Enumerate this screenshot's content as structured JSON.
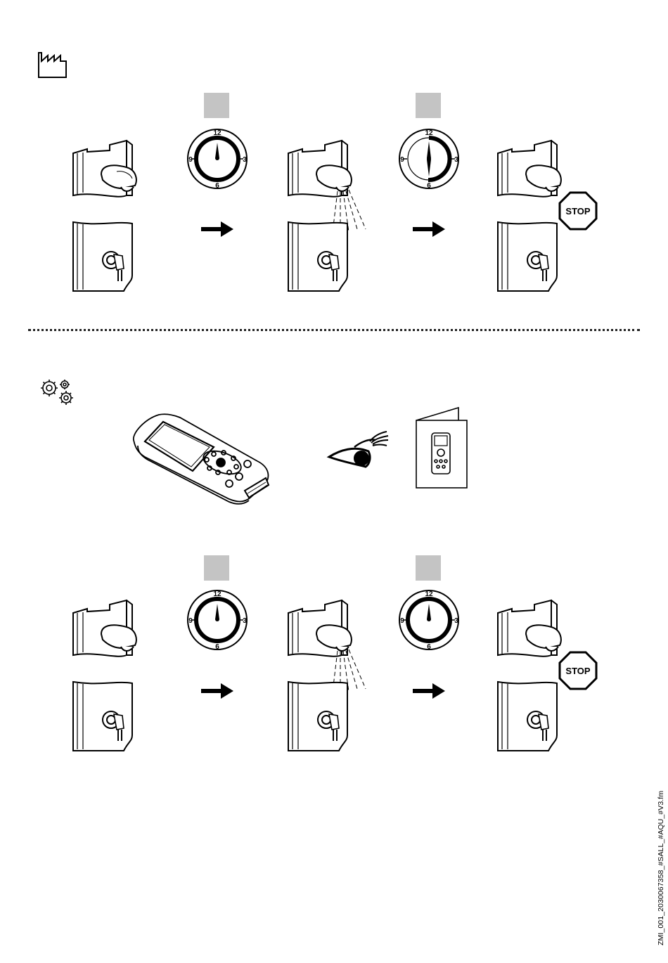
{
  "factory_section": {
    "icon": "factory-icon",
    "timer_1": {
      "labels": {
        "top": "12",
        "left": "9",
        "right": "3",
        "bottom": "6"
      }
    },
    "timer_2": {
      "labels": {
        "top": "12",
        "left": "9",
        "right": "3",
        "bottom": "6"
      }
    },
    "stop_sign": {
      "text": "STOP"
    }
  },
  "settings_section": {
    "icon": "gears-icon",
    "remote_control_icon": "remote-control-icon",
    "eye_icon": "eye-icon",
    "manual_icon": "manual-booklet-icon",
    "timer_1": {
      "labels": {
        "top": "12",
        "left": "9",
        "right": "3",
        "bottom": "6"
      }
    },
    "timer_2": {
      "labels": {
        "top": "12",
        "left": "9",
        "right": "3",
        "bottom": "6"
      }
    },
    "stop_sign": {
      "text": "STOP"
    }
  },
  "footer": {
    "doc_code": "ZMI_001_2030067358_#SALL_#AQU_#V3.fm"
  },
  "colors": {
    "gray_box": "#c4c4c4",
    "ink": "#000000"
  }
}
